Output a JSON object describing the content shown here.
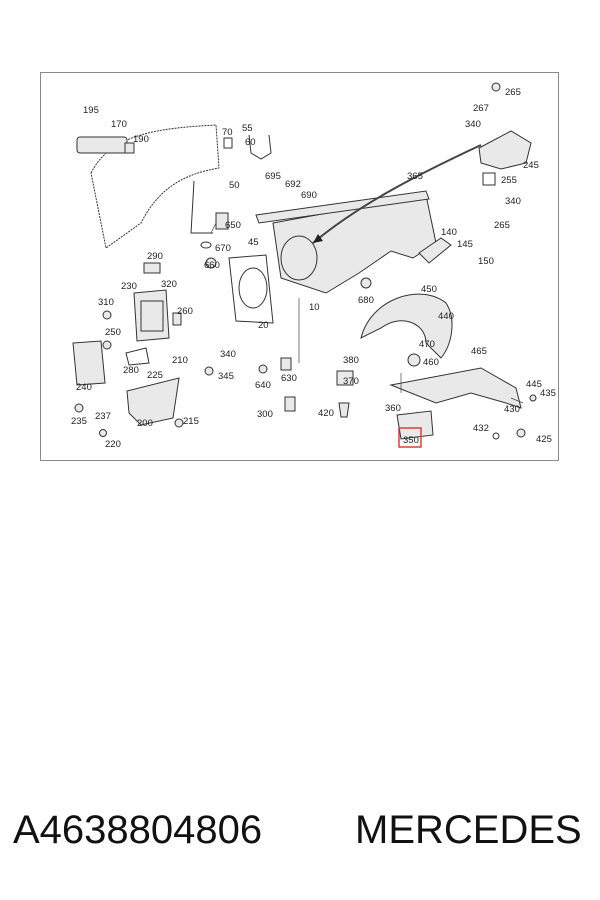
{
  "diagram": {
    "highlight_color": "#d9342b",
    "highlighted_label": "350",
    "labels": [
      "265",
      "267",
      "340",
      "245",
      "255",
      "340",
      "265",
      "195",
      "170",
      "190",
      "70",
      "55",
      "60",
      "695",
      "692",
      "690",
      "365",
      "50",
      "650",
      "670",
      "660",
      "45",
      "140",
      "145",
      "150",
      "290",
      "230",
      "320",
      "310",
      "260",
      "250",
      "240",
      "280",
      "225",
      "210",
      "340",
      "345",
      "237",
      "235",
      "220",
      "200",
      "215",
      "680",
      "450",
      "10",
      "20",
      "440",
      "470",
      "465",
      "460",
      "380",
      "630",
      "640",
      "370",
      "300",
      "420",
      "360",
      "445",
      "435",
      "430",
      "432",
      "425",
      "350"
    ]
  },
  "caption": {
    "part_number": "A4638804806",
    "brand": "MERCEDES"
  }
}
